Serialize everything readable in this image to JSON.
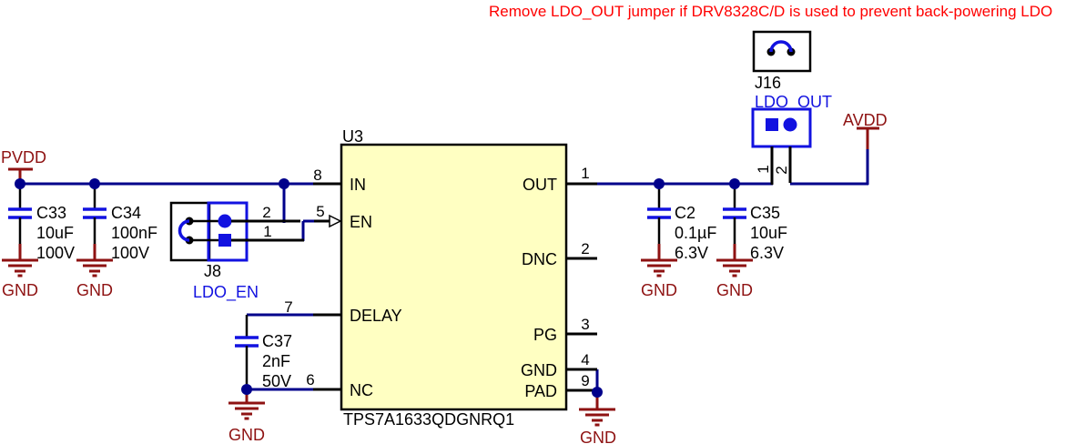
{
  "warning": "Remove LDO_OUT jumper if DRV8328C/D is used to prevent back-powering LDO",
  "ic": {
    "designator": "U3",
    "part_number": "TPS7A1633QDGNRQ1",
    "pins": {
      "in": {
        "name": "IN",
        "num": "8"
      },
      "en": {
        "name": "EN",
        "num": "5"
      },
      "delay": {
        "name": "DELAY",
        "num": "7"
      },
      "nc": {
        "name": "NC",
        "num": "6"
      },
      "out": {
        "name": "OUT",
        "num": "1"
      },
      "dnc": {
        "name": "DNC",
        "num": "2"
      },
      "pg": {
        "name": "PG",
        "num": "3"
      },
      "gnd": {
        "name": "GND",
        "num": "4"
      },
      "pad": {
        "name": "PAD",
        "num": "9"
      }
    }
  },
  "capacitors": {
    "c33": {
      "ref": "C33",
      "value": "10uF",
      "rating": "100V"
    },
    "c34": {
      "ref": "C34",
      "value": "100nF",
      "rating": "100V"
    },
    "c37": {
      "ref": "C37",
      "value": "2nF",
      "rating": "50V"
    },
    "c2": {
      "ref": "C2",
      "value": "0.1µF",
      "rating": "6.3V"
    },
    "c35": {
      "ref": "C35",
      "value": "10uF",
      "rating": "6.3V"
    }
  },
  "jumpers": {
    "j8": {
      "ref": "J8",
      "net": "LDO_EN",
      "pin1": "1",
      "pin2": "2"
    },
    "j16": {
      "ref": "J16",
      "net": "LDO_OUT",
      "pin1": "1",
      "pin2": "2"
    }
  },
  "nets": {
    "pvdd": "PVDD",
    "avdd": "AVDD",
    "gnd": "GND"
  },
  "colors": {
    "wire": "#00008B",
    "symbol_blue": "#1212E0",
    "power_maroon": "#8E1212",
    "warning_red": "#FF0000",
    "ic_fill": "#FFFFC2"
  }
}
